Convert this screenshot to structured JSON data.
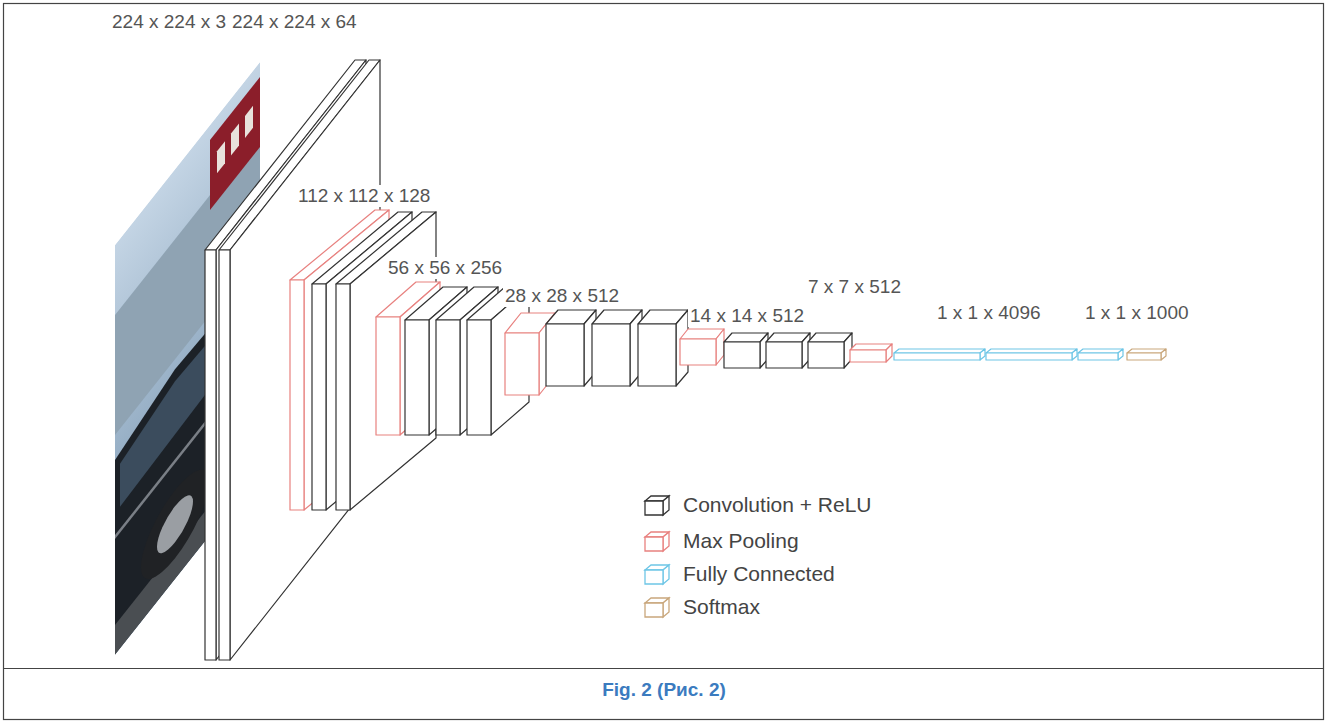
{
  "diagram": {
    "caption": "Fig. 2 (Рис. 2)",
    "labels": [
      "224 x 224 x 3",
      "224 x 224 x 64",
      "112 x 112 x 128",
      "56 x 56 x 256",
      "28 x 28 x 512",
      "14 x 14 x 512",
      "7 x 7 x 512",
      "1 x 1 x 4096",
      "1 x 1 x 1000"
    ],
    "legend": [
      {
        "text": "Convolution + ReLU",
        "color": "#333333"
      },
      {
        "text": "Max Pooling",
        "color": "#e8817f"
      },
      {
        "text": "Fully Connected",
        "color": "#6ec6e6"
      },
      {
        "text": "Softmax",
        "color": "#c9a77c"
      }
    ]
  }
}
